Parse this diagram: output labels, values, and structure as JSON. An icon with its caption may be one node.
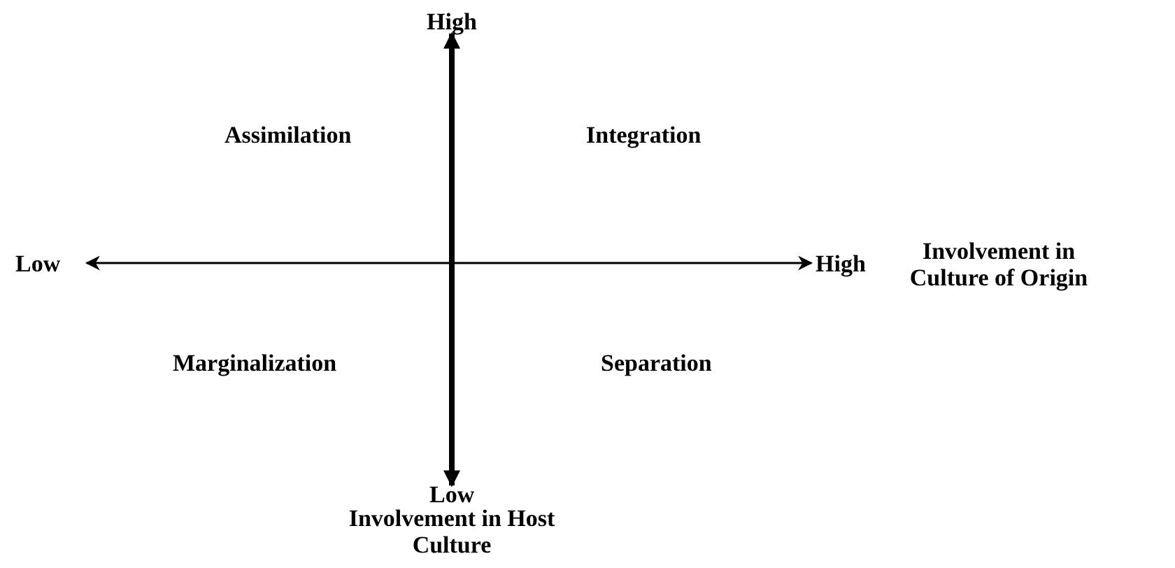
{
  "diagram": {
    "labels": [
      "High",
      "Assimilation",
      "Integration",
      "Low",
      "High",
      "Involvement in Culture of Origin",
      "Marginalization",
      "Separation",
      "Low",
      "Involvement in Host Culture"
    ]
  }
}
